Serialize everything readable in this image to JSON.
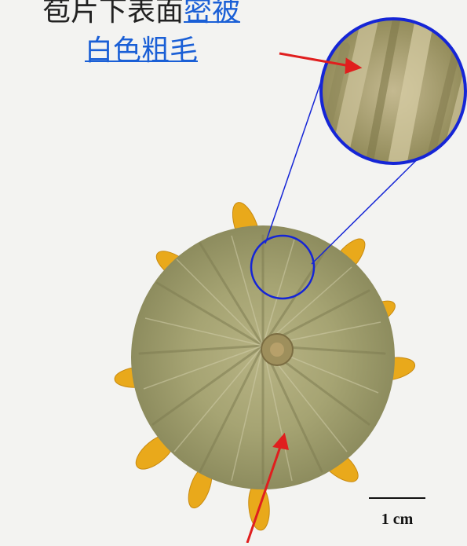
{
  "annotation": {
    "line1_plain": "苞片下表面",
    "line1_highlight": "密被",
    "line2_highlight": "白色粗毛"
  },
  "scale": {
    "label": "1 cm"
  },
  "colors": {
    "background": "#f3f3f1",
    "flower_green": "#9c9a6a",
    "petal_yellow": "#e9a91b",
    "magnifier_blue": "#1525d6",
    "arrow_red": "#e01e1e",
    "highlight_text": "#1a5fd6"
  },
  "icons": {
    "magnifier": "zoom-circle",
    "pointer": "arrow"
  }
}
